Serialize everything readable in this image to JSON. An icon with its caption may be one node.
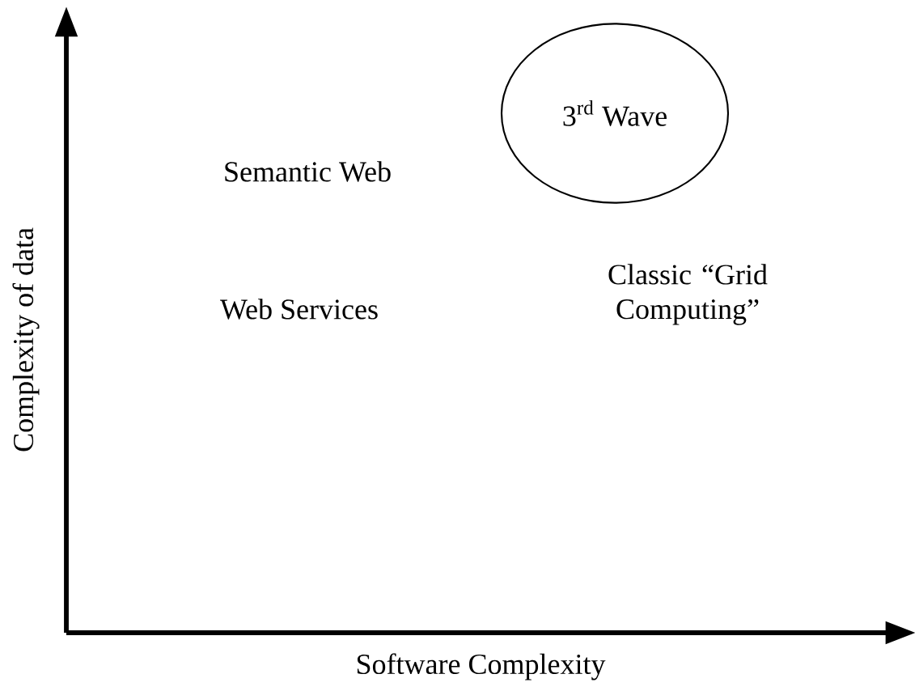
{
  "diagram": {
    "nodes": [
      {
        "text": [
          "3$^{rd}$ Wave"
        ]
      }
    ],
    "labels": [
      "Semantic Web",
      "Web Services",
      "Classic “Grid Computing”",
      "Complexity of data",
      "Software Complexity"
    ]
  }
}
